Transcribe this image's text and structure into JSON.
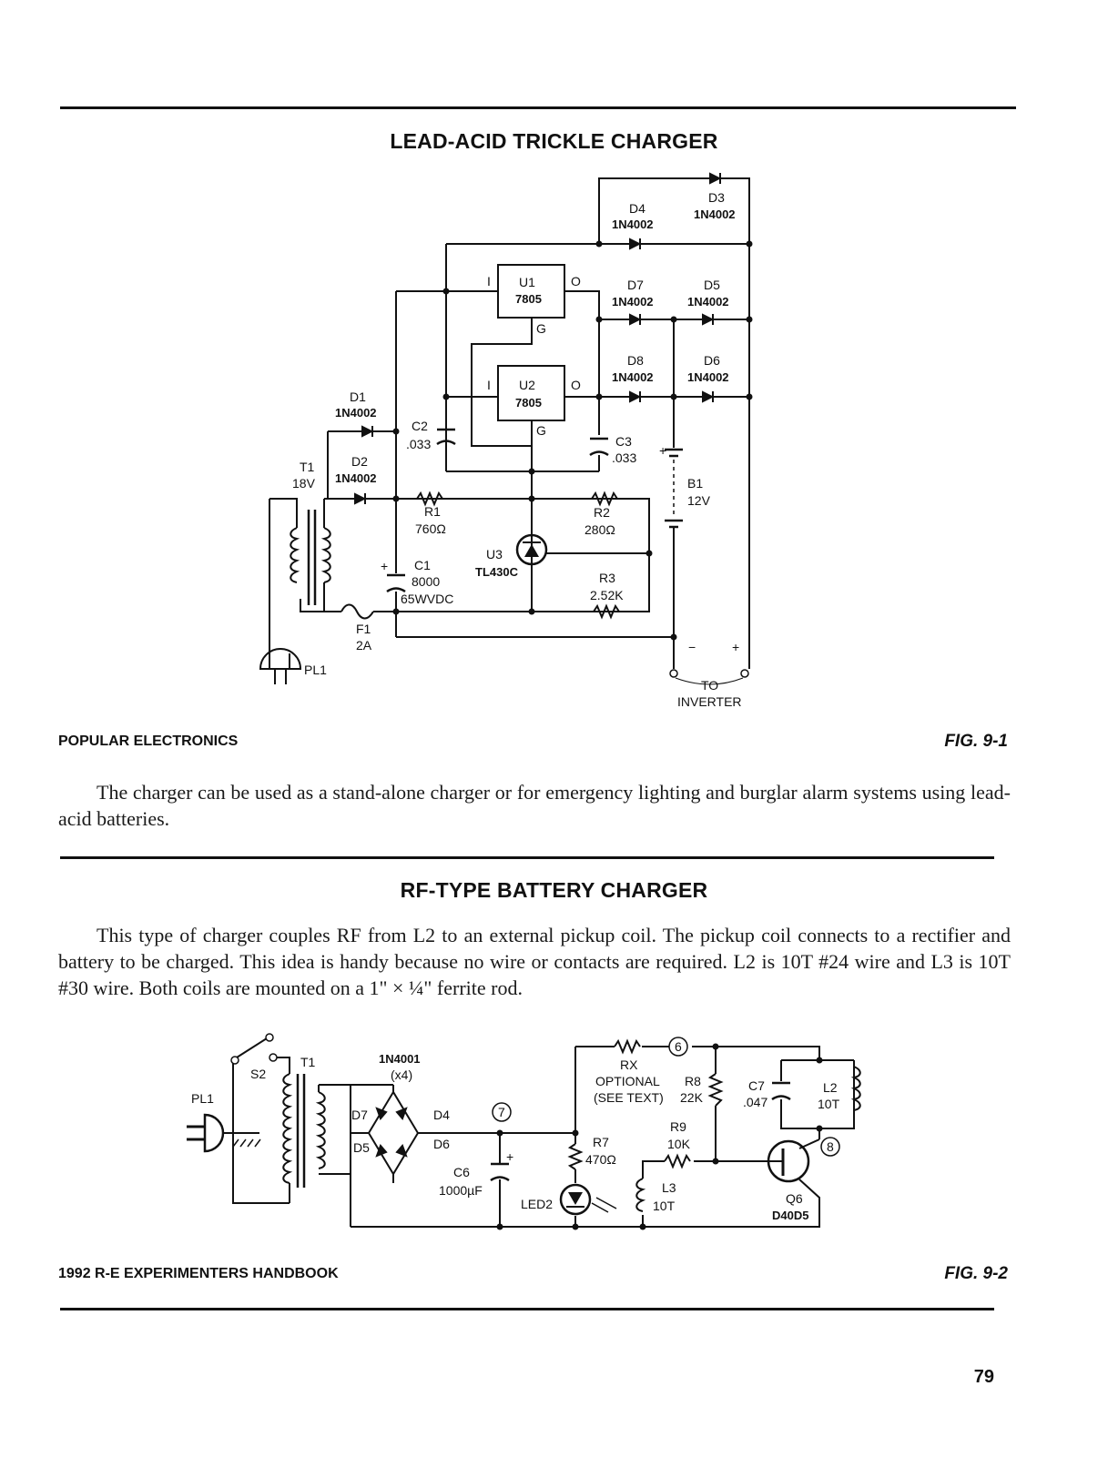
{
  "fig1": {
    "title": "LEAD-ACID TRICKLE CHARGER",
    "source": "POPULAR ELECTRONICS",
    "fig_label": "FIG. 9-1",
    "labels": {
      "d3": "D3",
      "d3p": "1N4002",
      "d4": "D4",
      "d4p": "1N4002",
      "u1": "U1",
      "u1p": "7805",
      "u2": "U2",
      "u2p": "7805",
      "pin_i": "I",
      "pin_o": "O",
      "pin_g": "G",
      "d7": "D7",
      "d7p": "1N4002",
      "d5": "D5",
      "d5p": "1N4002",
      "d8": "D8",
      "d8p": "1N4002",
      "d6": "D6",
      "d6p": "1N4002",
      "d1": "D1",
      "d1p": "1N4002",
      "d2": "D2",
      "d2p": "1N4002",
      "c2": "C2",
      "c2v": ".033",
      "c3": "C3",
      "c3v": ".033",
      "t1": "T1",
      "t1v": "18V",
      "b1": "B1",
      "b1v": "12V",
      "r1": "R1",
      "r1v": "760Ω",
      "r2": "R2",
      "r2v": "280Ω",
      "u3": "U3",
      "u3p": "TL430C",
      "c1": "C1",
      "c1v": "8000",
      "c1w": "65WVDC",
      "r3": "R3",
      "r3v": "2.52K",
      "f1": "F1",
      "f1v": "2A",
      "pl1": "PL1",
      "plus": "+",
      "minus": "−",
      "to": "TO",
      "inverter": "INVERTER"
    }
  },
  "text1": "The charger can be used as a stand-alone charger or for emergency lighting and burglar alarm systems using lead-acid batteries.",
  "fig2": {
    "title": "RF-TYPE BATTERY CHARGER",
    "intro": "This type of charger couples RF from L2 to an external pickup coil. The pickup coil connects to a rectifier and battery to be charged. This idea is handy because no wire or contacts are required. L2 is 10T #24 wire and L3 is 10T #30 wire. Both coils are mounted on a 1\" × ¼\" ferrite rod.",
    "source": "1992 R-E EXPERIMENTERS HANDBOOK",
    "fig_label": "FIG. 9-2",
    "labels": {
      "s2": "S2",
      "t1": "T1",
      "pl1": "PL1",
      "diodes": "1N4001",
      "diodes_n": "(x4)",
      "d7": "D7",
      "d4": "D4",
      "d5": "D5",
      "d6": "D6",
      "n7": "7",
      "n6": "6",
      "n8": "8",
      "c6": "C6",
      "c6v": "1000µF",
      "rx": "RX",
      "rx_opt": "OPTIONAL",
      "rx_see": "(SEE TEXT)",
      "r8": "R8",
      "r8v": "22K",
      "r7": "R7",
      "r7v": "470Ω",
      "r9": "R9",
      "r9v": "10K",
      "c7": "C7",
      "c7v": ".047",
      "l2": "L2",
      "l2v": "10T",
      "l3": "L3",
      "l3v": "10T",
      "led2": "LED2",
      "q6": "Q6",
      "q6p": "D40D5",
      "plus": "+"
    }
  },
  "page_number": "79"
}
